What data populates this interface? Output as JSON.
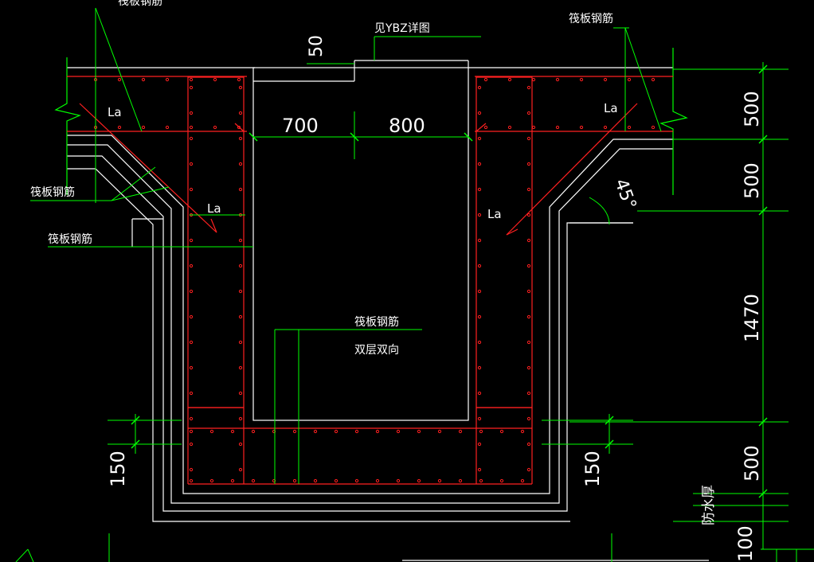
{
  "labels": {
    "top_left_cut": "筏板钢筋",
    "raft_top_right": "筏板钢筋",
    "raft_left_1": "筏板钢筋",
    "raft_left_2": "筏板钢筋",
    "raft_center": "筏板钢筋",
    "double_layer": "双层双向",
    "ybz_detail": "见YBZ详图",
    "la_1": "La",
    "la_2": "La",
    "la_3": "La",
    "la_4": "La",
    "waterproof": "防水厚"
  },
  "dimensions": {
    "top_50": "50",
    "width_700": "700",
    "width_800": "800",
    "right_500_a": "500",
    "right_500_b": "500",
    "right_1470": "1470",
    "right_500_c": "500",
    "right_100": "100",
    "left_150": "150",
    "right_150": "150",
    "angle_45": "45°"
  },
  "colors": {
    "background": "#000000",
    "concrete": "#ffffff",
    "rebar": "#ff2020",
    "dimension": "#00ff00",
    "text": "#ffffff"
  }
}
